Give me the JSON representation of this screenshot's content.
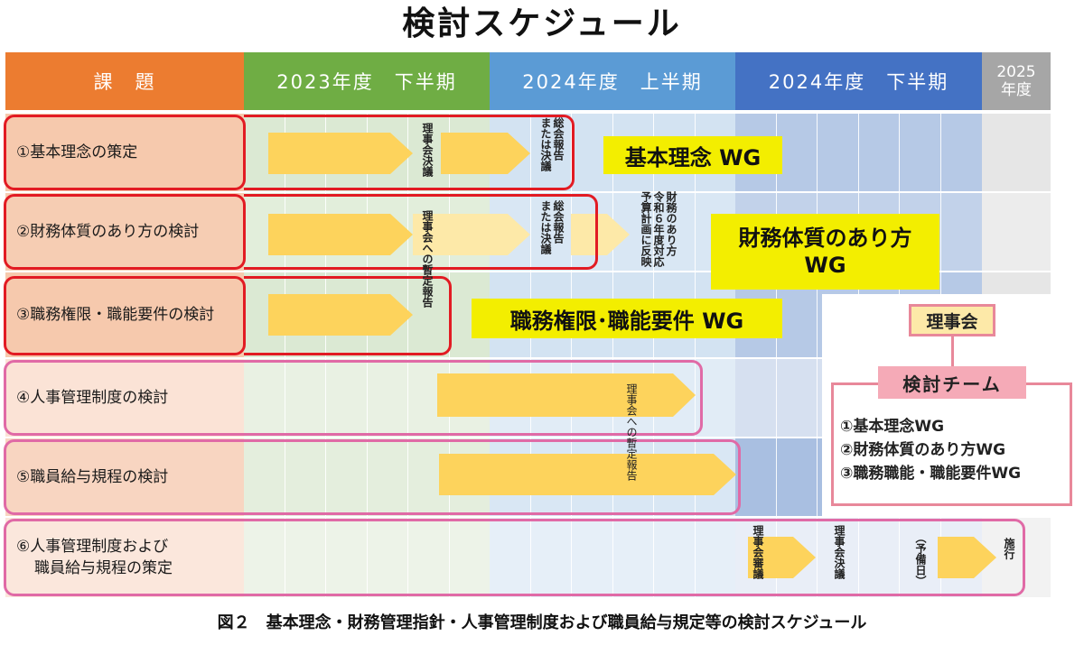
{
  "title": "検討スケジュール",
  "headers": {
    "issue": "課　題",
    "p1": "2023年度　下半期",
    "p2": "2024年度　上半期",
    "p3": "2024年度　下半期",
    "p4_year": "2025",
    "p4_label": "年度"
  },
  "rows": {
    "r1": "①基本理念の策定",
    "r2": "②財務体質のあり方の検討",
    "r3": "③職務権限・職能要件の検討",
    "r4": "④人事管理制度の検討",
    "r5": "⑤職員給与規程の検討",
    "r6_line1": "⑥人事管理制度および",
    "r6_line2": "職員給与規程の策定"
  },
  "annotations": {
    "rijikai_ketsugi": "理事会決議",
    "soukai_1": "総会報告",
    "soukai_2": "または決議",
    "zantei_3": "理事会への暫定報告",
    "zaimu_1": "財務のあり方",
    "zaimu_2": "令和６年度対応",
    "zaimu_3": "予算計画に反映",
    "zantei_4": "理事会への暫定報告",
    "shingi": "理事会審議",
    "ketsugi6": "理事会決議",
    "yobi": "（予備日）",
    "shikou": "施行"
  },
  "wg": {
    "w1": "基本理念 WG",
    "w2_line1": "財務体質のあり方",
    "w2_line2": "WG",
    "w3": "職務権限･職能要件 WG"
  },
  "legend": {
    "board": "理事会",
    "team": "検討チーム",
    "items": [
      "①基本理念WG",
      "②財務体質のあり方WG",
      "③職務職能・職能要件WG"
    ]
  },
  "caption": "図２　基本理念・財務管理指針・人事管理制度および職員給与規定等の検討スケジュール",
  "colors": {
    "issue_header": "#ec7c30",
    "p1_header": "#6fad44",
    "p2_header": "#5b9bd5",
    "p3_header": "#4472c4",
    "p4_header": "#a6a6a6",
    "red_outline": "#e21b23",
    "pink_outline": "#e06aa6",
    "arrow": "#fdd35c",
    "wg_fill": "#f3ee00"
  }
}
